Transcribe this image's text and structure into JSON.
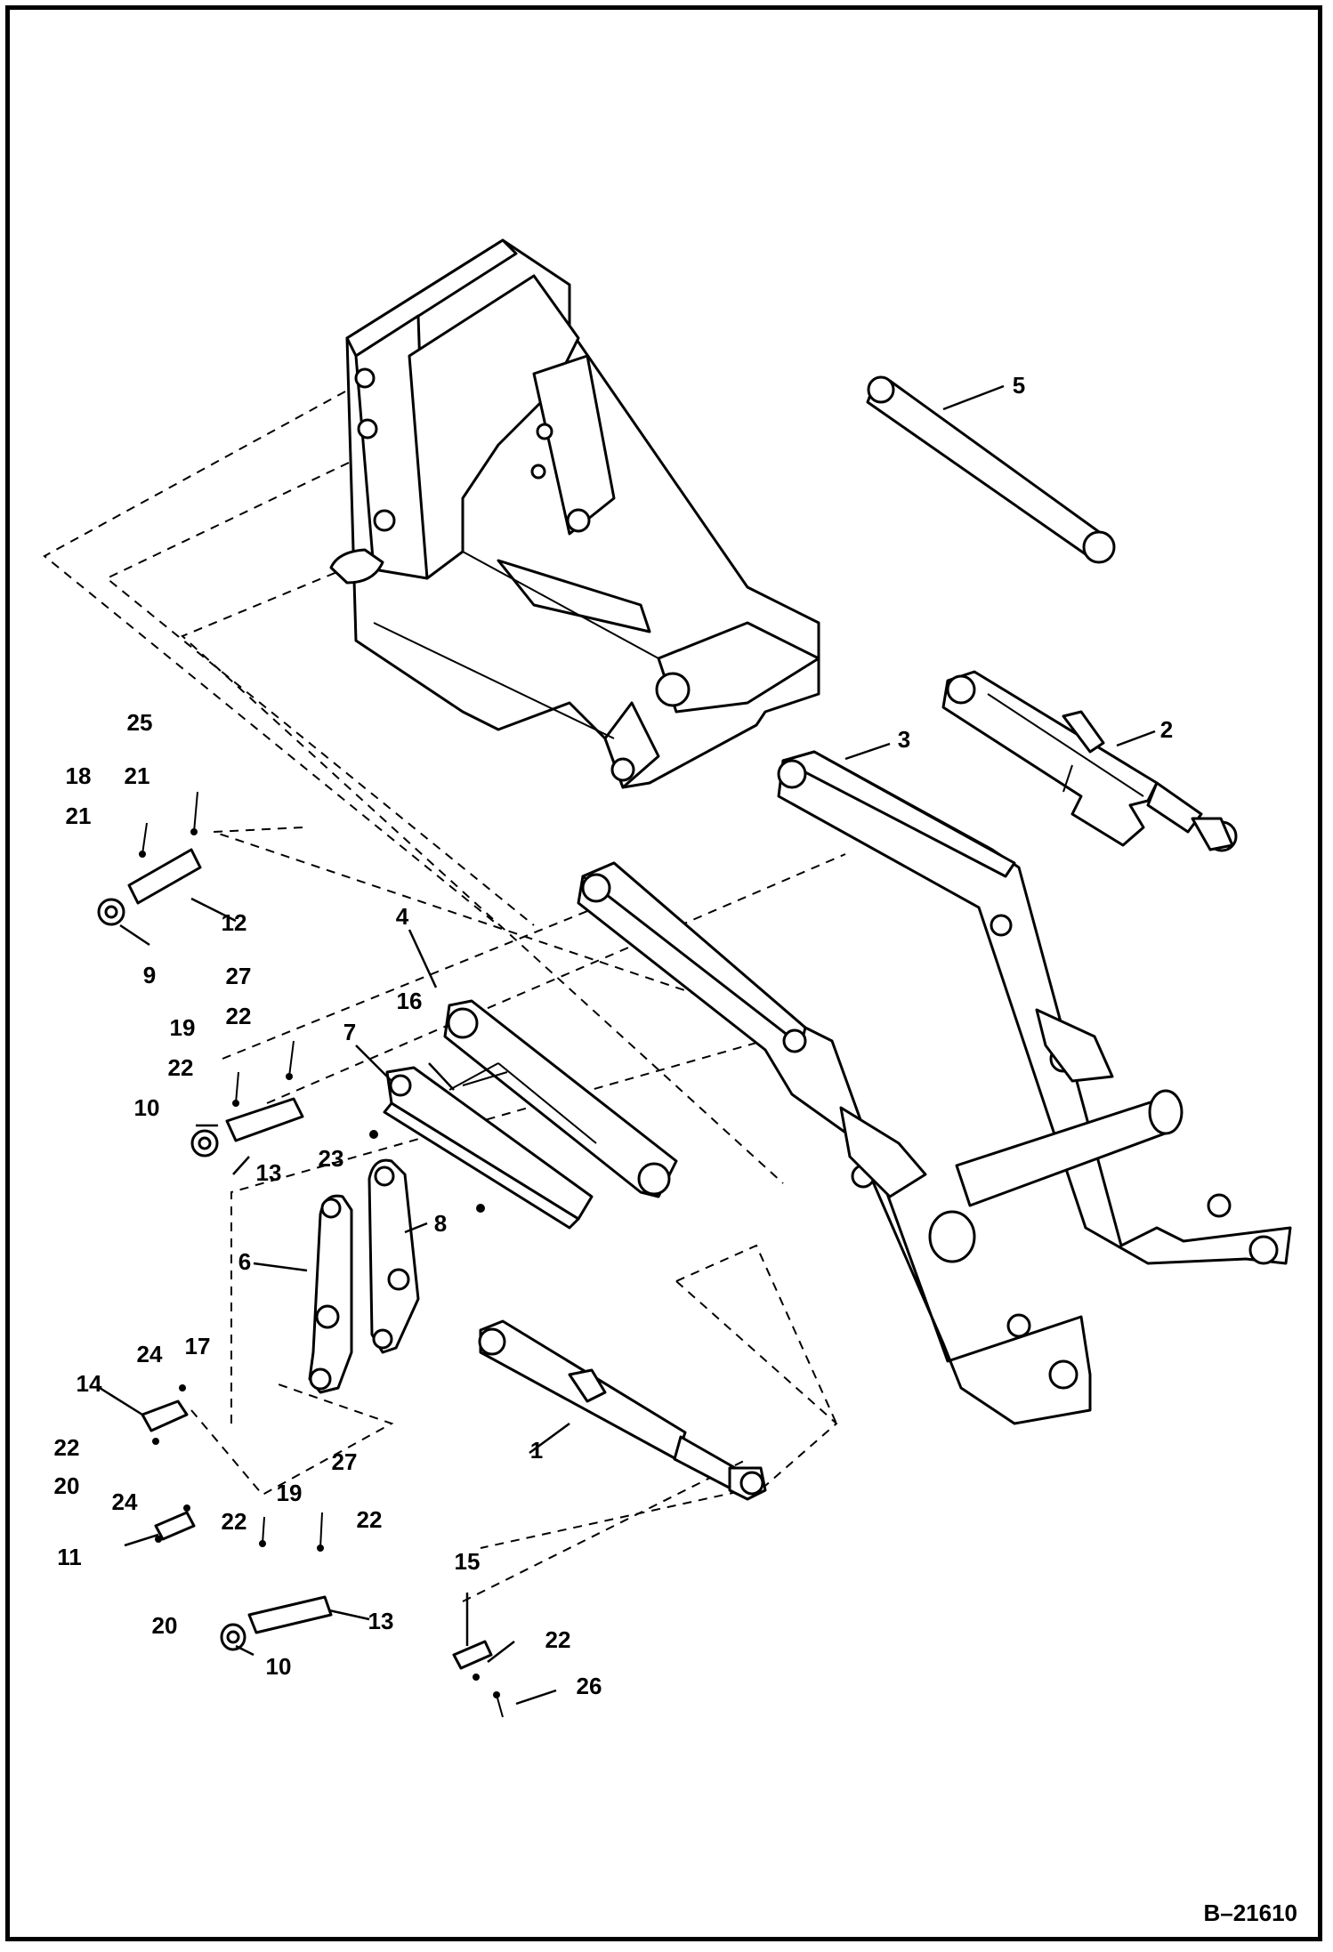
{
  "drawing_number": "B–21610",
  "callouts": [
    {
      "id": "c1",
      "text": "1"
    },
    {
      "id": "c2",
      "text": "2"
    },
    {
      "id": "c3",
      "text": "3"
    },
    {
      "id": "c4",
      "text": "4"
    },
    {
      "id": "c5",
      "text": "5"
    },
    {
      "id": "c6",
      "text": "6"
    },
    {
      "id": "c7",
      "text": "7"
    },
    {
      "id": "c8",
      "text": "8"
    },
    {
      "id": "c9",
      "text": "9"
    },
    {
      "id": "c10a",
      "text": "10"
    },
    {
      "id": "c10b",
      "text": "10"
    },
    {
      "id": "c11",
      "text": "11"
    },
    {
      "id": "c12",
      "text": "12"
    },
    {
      "id": "c13a",
      "text": "13"
    },
    {
      "id": "c13b",
      "text": "13"
    },
    {
      "id": "c14",
      "text": "14"
    },
    {
      "id": "c15",
      "text": "15"
    },
    {
      "id": "c16",
      "text": "16"
    },
    {
      "id": "c17",
      "text": "17"
    },
    {
      "id": "c18",
      "text": "18"
    },
    {
      "id": "c19a",
      "text": "19"
    },
    {
      "id": "c19b",
      "text": "19"
    },
    {
      "id": "c20a",
      "text": "20"
    },
    {
      "id": "c20b",
      "text": "20"
    },
    {
      "id": "c21a",
      "text": "21"
    },
    {
      "id": "c21b",
      "text": "21"
    },
    {
      "id": "c22a",
      "text": "22"
    },
    {
      "id": "c22b",
      "text": "22"
    },
    {
      "id": "c22c",
      "text": "22"
    },
    {
      "id": "c22d",
      "text": "22"
    },
    {
      "id": "c22e",
      "text": "22"
    },
    {
      "id": "c22f",
      "text": "22"
    },
    {
      "id": "c23",
      "text": "23"
    },
    {
      "id": "c24a",
      "text": "24"
    },
    {
      "id": "c24b",
      "text": "24"
    },
    {
      "id": "c25",
      "text": "25"
    },
    {
      "id": "c26",
      "text": "26"
    },
    {
      "id": "c27a",
      "text": "27"
    },
    {
      "id": "c27b",
      "text": "27"
    }
  ]
}
